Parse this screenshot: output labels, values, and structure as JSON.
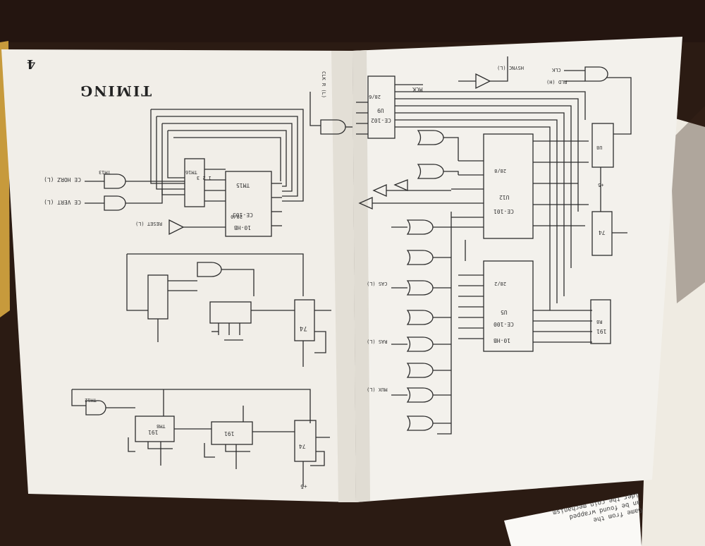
{
  "left_page": {
    "page_number": "4",
    "heading": "TIMING",
    "labels": {
      "ce_horz": "CE HORZ (L)",
      "ce_vert": "CE VERT (L)",
      "reset": "RESET (L)",
      "tm_a": "TM15",
      "tm_b": "TM16",
      "tm_c": "TM13",
      "tm_d": "TM8",
      "tm_e": "TM12",
      "chip_a": "10-HB",
      "chip_b": "CE-103",
      "chip_c": "74",
      "chip_d": "191",
      "chip_e": "191",
      "chip_f": "74",
      "plus5": "+5"
    }
  },
  "right_page": {
    "labels": {
      "mck_top": "MCK",
      "clkr": "CLK R (L)",
      "hsync": "HSYNC (L)",
      "clk_l": "CLK",
      "pld": "PLD (H)",
      "u9": "U9",
      "chip_u9": "CE-102",
      "u12": "U12",
      "chip_u12": "CE-101",
      "u5": "U5",
      "chip_u5": "CE-100",
      "hb": "10-HB",
      "u8": "U8",
      "r8": "R8",
      "ras": "RAS (L)",
      "cas": "CAS (L)",
      "mux": "MUX (L)",
      "plus5": "+5",
      "n74": "74",
      "n191": "191"
    }
  },
  "paper_scrap": {
    "lines": [
      "Game from the",
      "an be found wrapped",
      "ider the coin mechanism"
    ]
  }
}
